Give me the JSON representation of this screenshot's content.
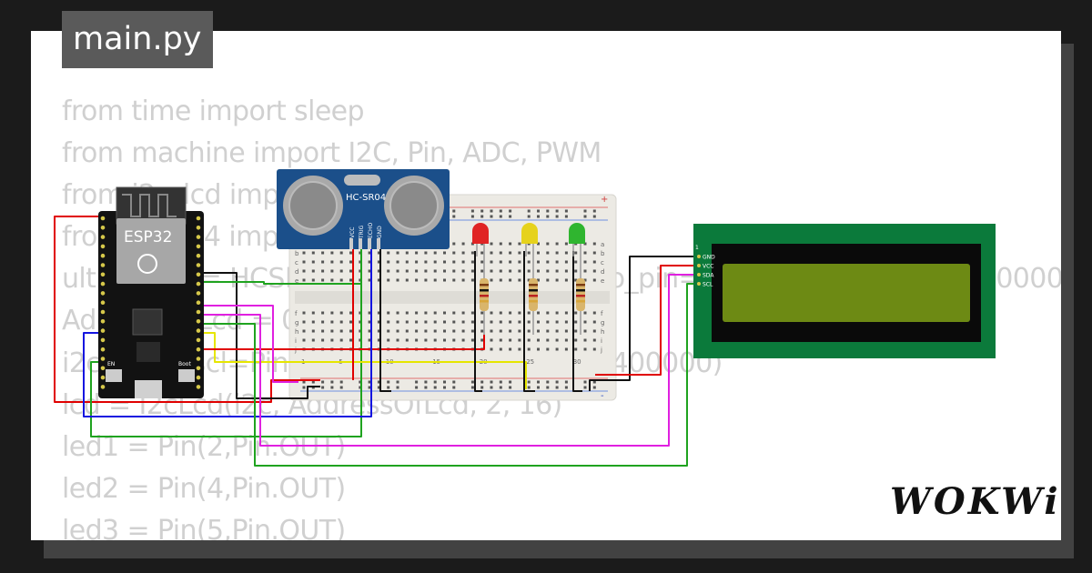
{
  "tab": {
    "filename": "main.py"
  },
  "code_lines": [
    "from time import sleep",
    "from machine import I2C, Pin, ADC, PWM",
    "from i2c_lcd import I2cLcd",
    "from hcsr04 import HCSR04",
    "ultrasonic = HCSR04(trigger_pin=15, echo_pin=4, echo_timeout_us=10000)",
    "AddressOfLcd = 0x27",
    "i2c = I2C(scl=Pin(22), sda=Pin(21), freq=400000)",
    "lcd = I2cLcd(i2c, AddressOfLcd, 2, 16)",
    "led1 = Pin(2,Pin.OUT)",
    "led2 = Pin(4,Pin.OUT)",
    "led3 = Pin(5,Pin.OUT)"
  ],
  "esp32": {
    "label": "ESP32",
    "en_label": "EN",
    "boot_label": "Boot"
  },
  "sensor": {
    "label": "HC-SR04",
    "pins": [
      "VCC",
      "TRIG",
      "ECHO",
      "GND"
    ]
  },
  "breadboard": {
    "col_numbers": [
      "1",
      "5",
      "10",
      "15",
      "20",
      "25",
      "30"
    ],
    "row_letters_top": [
      "a",
      "b",
      "c",
      "d",
      "e"
    ],
    "row_letters_bottom": [
      "f",
      "g",
      "h",
      "i",
      "j"
    ],
    "rail_plus": "+",
    "rail_minus": "-"
  },
  "lcd": {
    "marker": "1",
    "pins": [
      "GND",
      "VCC",
      "SDA",
      "SCL"
    ]
  },
  "brand": {
    "logo": "WOKWi"
  },
  "colors": {
    "wire_red": "#e00000",
    "wire_black": "#111111",
    "wire_green": "#1fa31f",
    "wire_blue": "#1414e0",
    "wire_yellow": "#e6e600",
    "wire_magenta": "#e020e0",
    "lcd_pcb": "#0b7a3b",
    "lcd_screen": "#6d8a14"
  }
}
